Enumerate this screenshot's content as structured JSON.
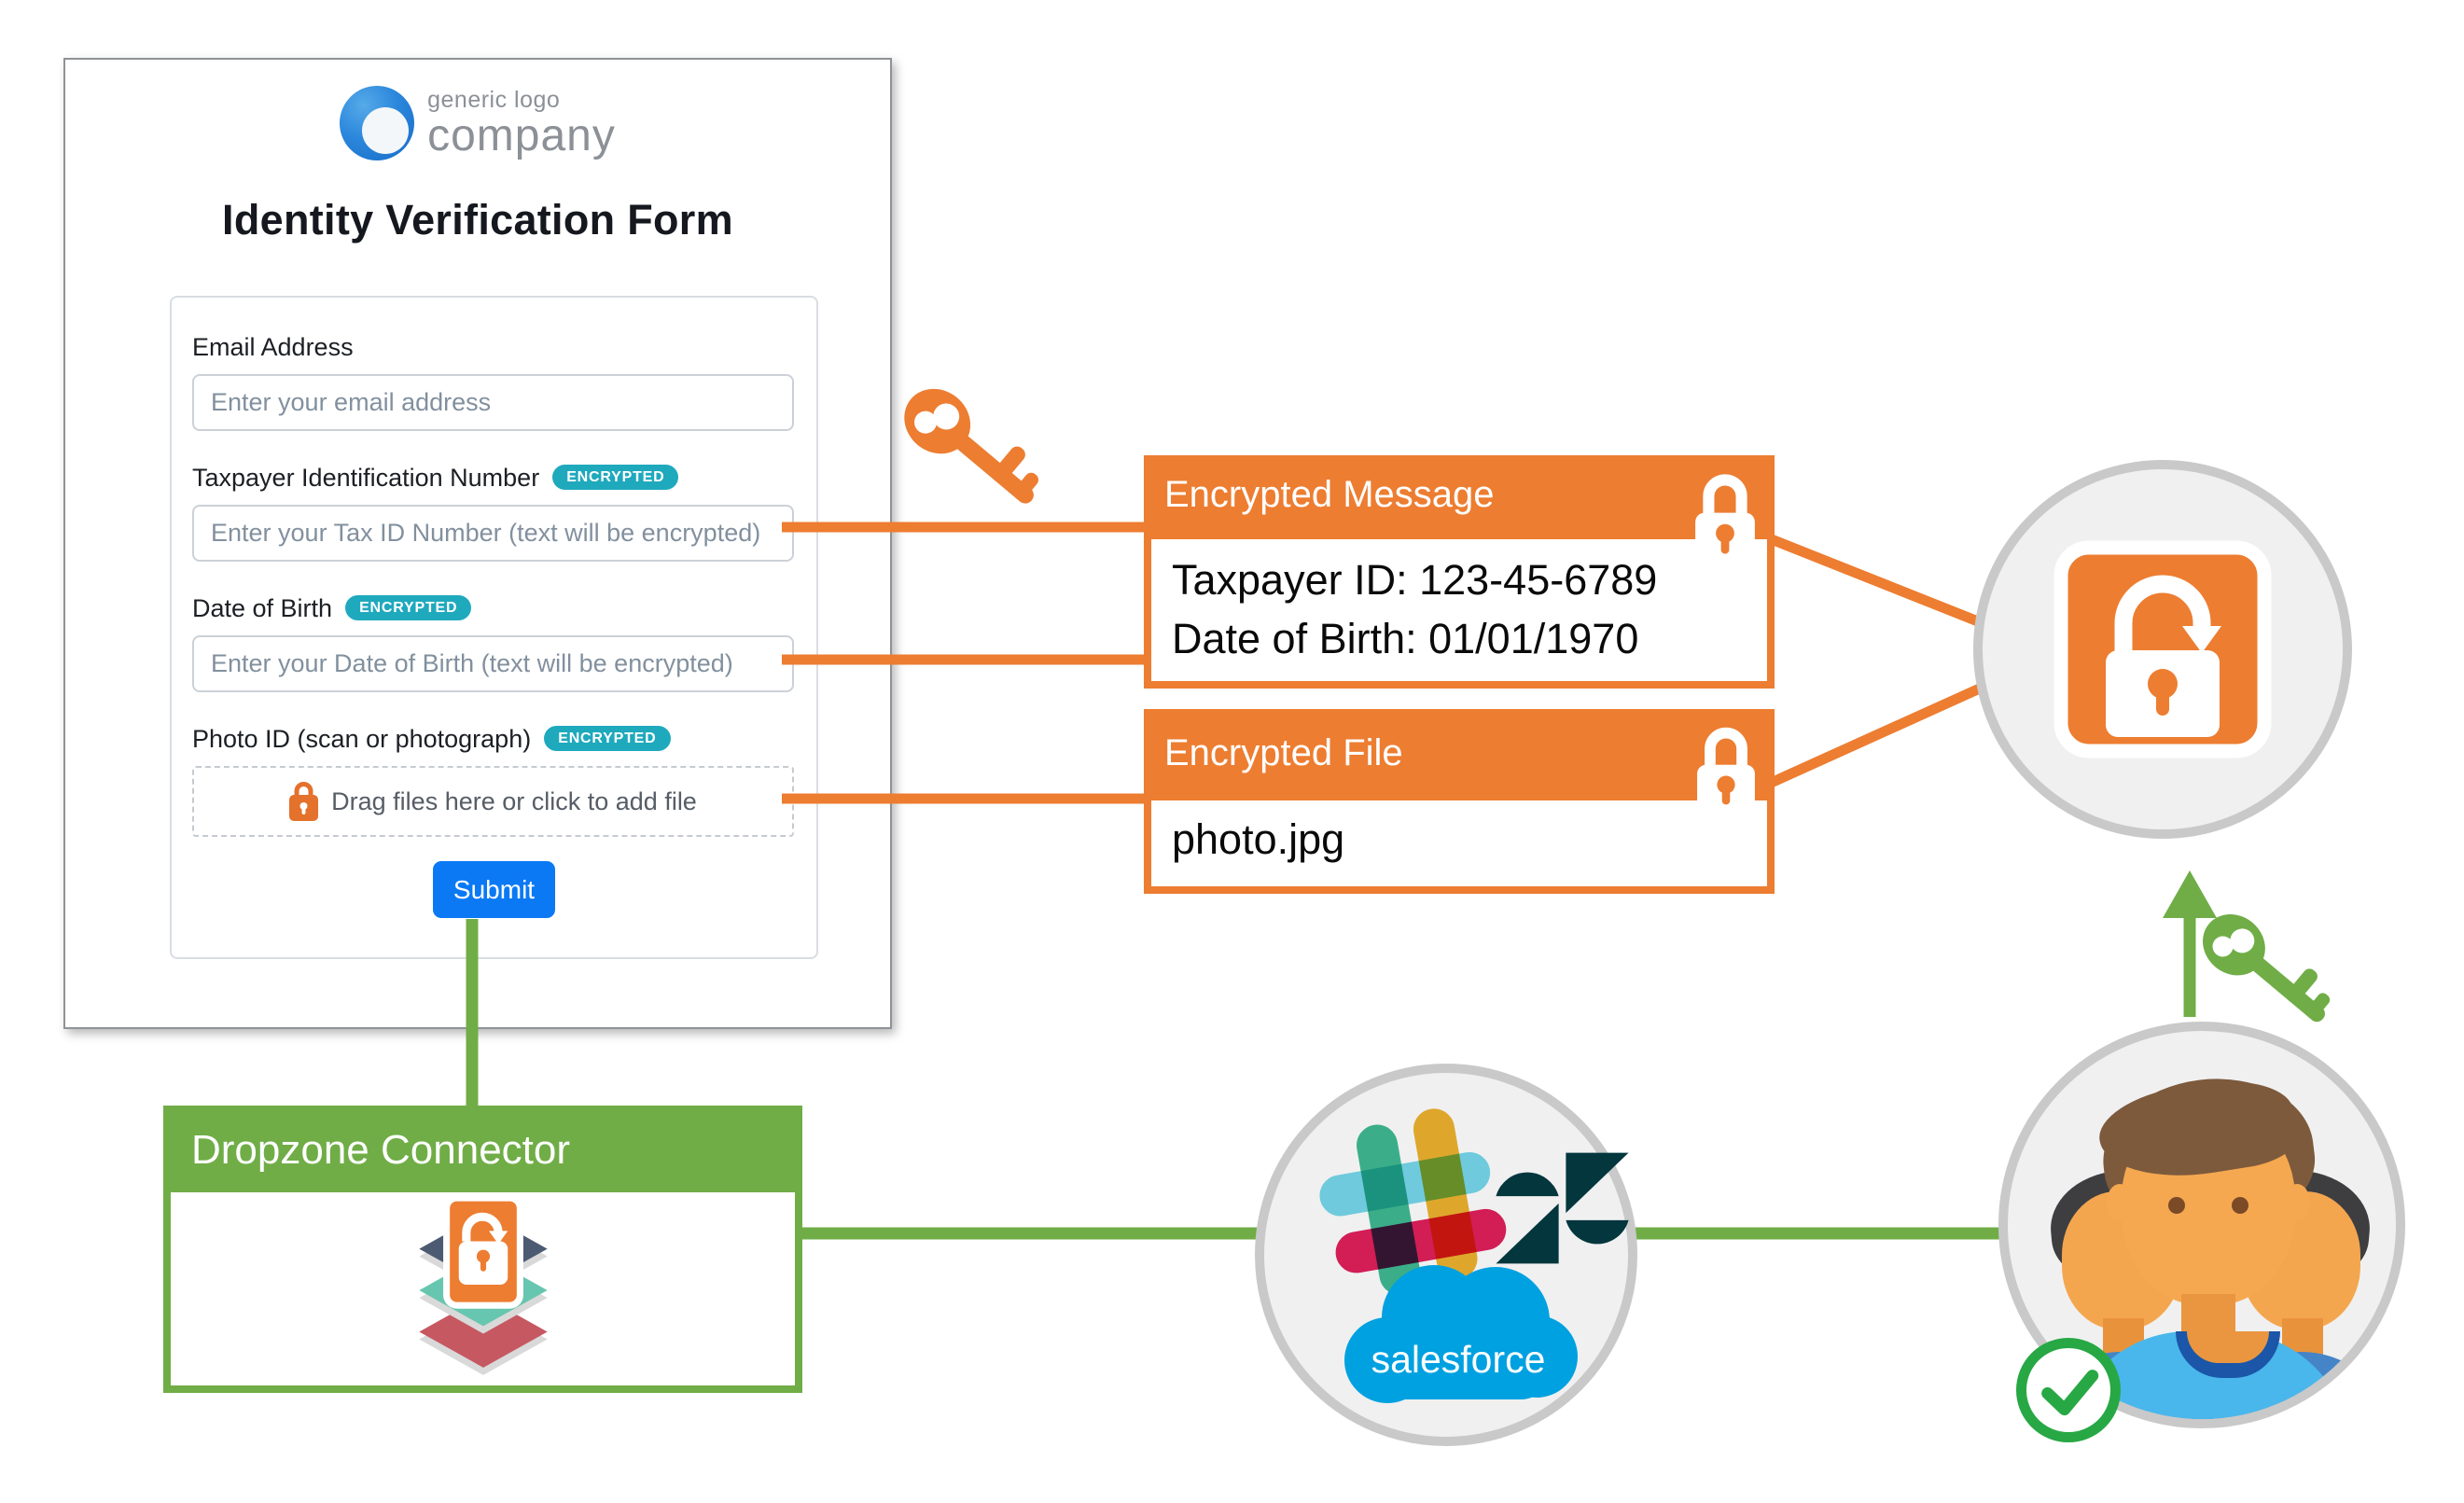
{
  "form": {
    "logo": {
      "small": "generic logo",
      "large": "company",
      "icon": "generic-company-logo"
    },
    "title": "Identity Verification Form",
    "fields": [
      {
        "label": "Email Address",
        "placeholder": "Enter your email address"
      },
      {
        "label": "Taxpayer Identification Number",
        "badge": "ENCRYPTED",
        "placeholder": "Enter your Tax ID Number (text will be encrypted)"
      },
      {
        "label": "Date of Birth",
        "badge": "ENCRYPTED",
        "placeholder": "Enter your Date of Birth (text will be encrypted)"
      }
    ],
    "photo_field": {
      "label": "Photo ID (scan or photograph)",
      "badge": "ENCRYPTED",
      "dropzone_text": "Drag files here or click to add file",
      "icon": "upload-lock-icon"
    },
    "submit_label": "Submit"
  },
  "encrypted_message": {
    "title": "Encrypted Message",
    "icon": "padlock-icon",
    "line1": "Taxpayer ID: 123-45-6789",
    "line2": "Date of Birth: 01/01/1970"
  },
  "encrypted_file": {
    "title": "Encrypted File",
    "icon": "padlock-icon",
    "filename": "photo.jpg"
  },
  "dropzone_connector": {
    "title": "Dropzone Connector",
    "icon": "layers-lock-icon"
  },
  "encryption_node": {
    "icon": "unlock-rotate-icon"
  },
  "integrations_node": {
    "icons": [
      "slack-icon",
      "zendesk-icon",
      "salesforce-icon"
    ],
    "salesforce_label": "salesforce"
  },
  "team_node": {
    "icon": "team-icon",
    "status_icon": "verified-check-icon"
  },
  "keys": {
    "sender": "orange-key-icon",
    "recipient": "green-key-icon"
  },
  "colors": {
    "orange": "#ED7D31",
    "green": "#70AD47",
    "badge_teal": "#1FA9BD",
    "submit_blue": "#0B79F4",
    "zendesk_dark": "#03363D",
    "salesforce_blue": "#00A1E0",
    "check_green": "#27A844"
  }
}
